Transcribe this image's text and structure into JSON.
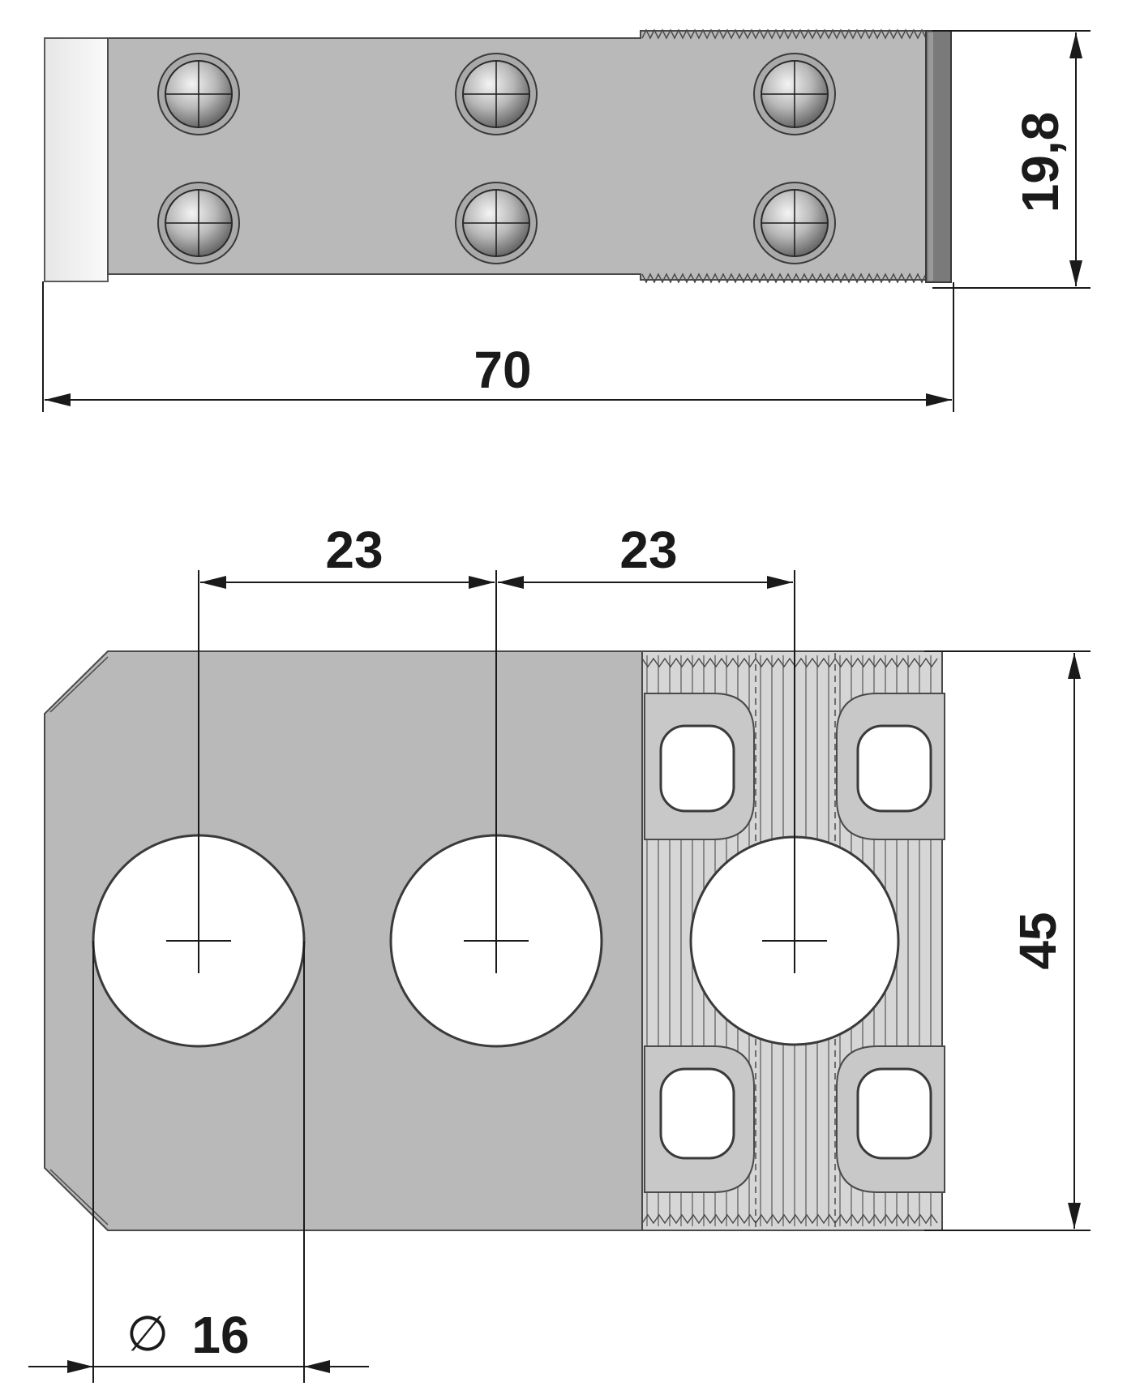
{
  "dimensions": {
    "length": "70",
    "height": "19,8",
    "spacing_left": "23",
    "spacing_right": "23",
    "width": "45",
    "diameter_symbol": "∅",
    "diameter": "16"
  },
  "colors": {
    "plate": "#b9b9b9",
    "plate_edge": "#5a5a5a",
    "line": "#1a1a1a",
    "hole": "#ffffff"
  }
}
